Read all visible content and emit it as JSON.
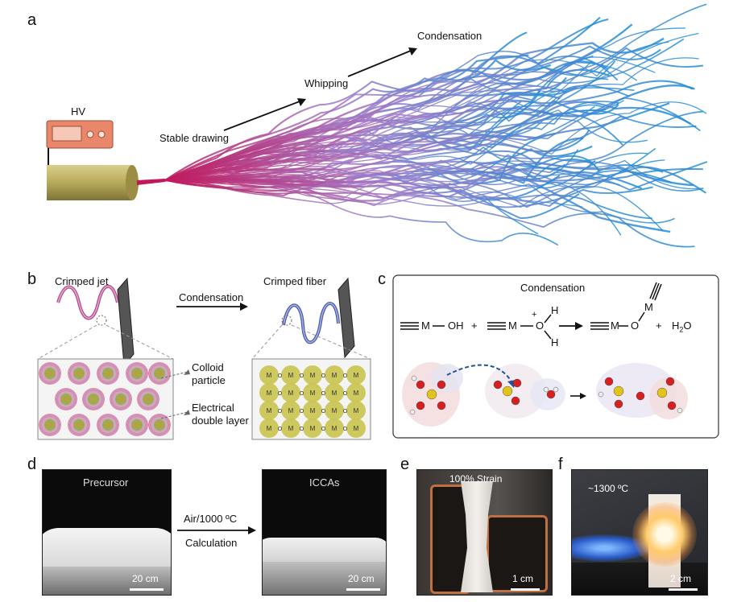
{
  "panels": {
    "a": {
      "label": "a",
      "hv": "HV",
      "stage_stable": "Stable drawing",
      "stage_whipping": "Whipping",
      "stage_condensation": "Condensation"
    },
    "b": {
      "label": "b",
      "crimped_jet": "Crimped jet",
      "crimped_fiber": "Crimped fiber",
      "arrow_label": "Condensation",
      "colloid_particle_1": "Colloid",
      "colloid_particle_2": "particle",
      "edl_1": "Electrical",
      "edl_2": "double layer",
      "lattice_m": "M",
      "lattice_o": "O"
    },
    "c": {
      "label": "c",
      "title": "Condensation",
      "eq_r1": "M",
      "eq_r1_group": "OH",
      "eq_plus1": "+",
      "eq_r2_m": "M",
      "eq_r2_o": "O",
      "eq_r2_plus": "+",
      "eq_h_top": "H",
      "eq_h_bottom": "H",
      "eq_p_m": "M",
      "eq_p_o": "O",
      "eq_p_m2": "M",
      "eq_plus2": "+",
      "eq_water": "H",
      "eq_water_sub": "2",
      "eq_water_o": "O"
    },
    "d": {
      "label": "d",
      "precursor": "Precursor",
      "iccas": "ICCAs",
      "arrow_top": "Air/1000 ºC",
      "arrow_bottom": "Calculation",
      "scale_left": "20 cm",
      "scale_right": "20 cm"
    },
    "e": {
      "label": "e",
      "strain": "100% Strain",
      "scale": "1 cm"
    },
    "f": {
      "label": "f",
      "temp": "~1300 ºC",
      "scale": "2 cm"
    }
  },
  "colors": {
    "fiber_start": "#c2185b",
    "fiber_mid": "#9a7ac8",
    "fiber_end": "#2a8fd0",
    "particle_core": "#a8a84a",
    "particle_shell": "#d78fb0"
  }
}
